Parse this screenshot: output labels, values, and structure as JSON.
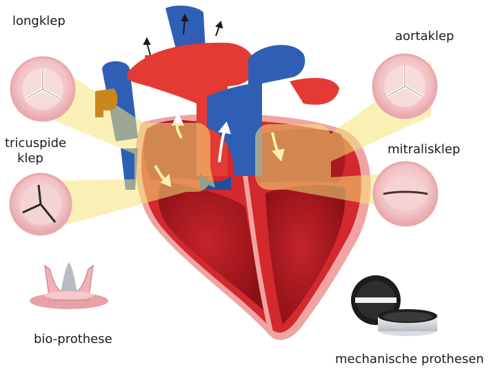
{
  "labels": {
    "pulmonary": "longklep",
    "aortic": "aortaklep",
    "tricuspid_line1": "tricuspide",
    "tricuspid_line2": "klep",
    "mitral": "mitralisklep",
    "bio": "bio-prothese",
    "mechanical": "mechanische prothesen"
  },
  "colors": {
    "artery_red": "#e53a33",
    "vein_blue": "#2f5fb4",
    "muscle_dark": "#9d1419",
    "beam_yellow": "#f6e27a",
    "valve_pink": "#f3c7c7"
  }
}
